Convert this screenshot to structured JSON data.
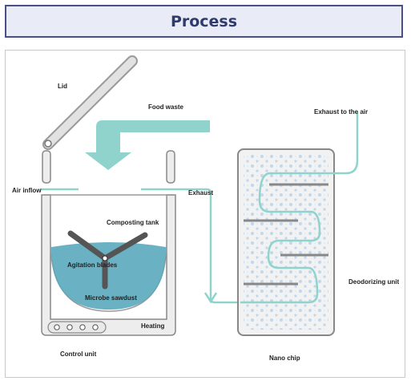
{
  "header": {
    "title": "Process"
  },
  "labels": {
    "lid": "Lid",
    "food_waste": "Food waste",
    "exhaust_to_air": "Exhaust to the air",
    "air_inflow": "Air inflow",
    "exhaust": "Exhaust",
    "composting_tank": "Composting tank",
    "agitation_blades": "Agitation blades",
    "microbe_sawdust": "Microbe sawdust",
    "heating": "Heating",
    "control_unit": "Control unit",
    "deodorizing_unit": "Deodorizing unit",
    "nano_chip": "Nano chip"
  },
  "colors": {
    "arrow_teal": "#8fd3cc",
    "water": "#5aa8bd",
    "body_gray": "#9a9a9a",
    "panel_fill": "#efefef",
    "deodorizer_dots": "#bfd8ee"
  }
}
